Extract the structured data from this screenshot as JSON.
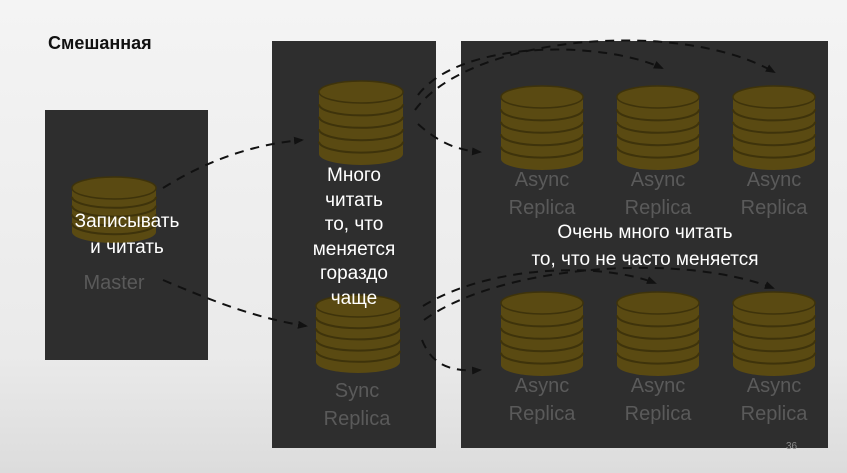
{
  "slide": {
    "title": "Смешанная",
    "page_number": "36"
  },
  "nodes": {
    "master": {
      "label": "Master"
    },
    "sync": {
      "label": "Sync Replica"
    },
    "async_replicas": [
      {
        "label": "Async Replica"
      },
      {
        "label": "Async Replica"
      },
      {
        "label": "Async Replica"
      },
      {
        "label": "Async Replica"
      },
      {
        "label": "Async Replica"
      },
      {
        "label": "Async Replica"
      }
    ]
  },
  "overlays": {
    "master": {
      "lines": [
        "Записывать",
        "и читать"
      ]
    },
    "sync": {
      "lines": [
        "Много",
        "читать",
        "то, что",
        "меняется",
        "гораздо",
        "чаще"
      ]
    },
    "async": {
      "lines": [
        "Очень много читать",
        "то, что не часто меняется"
      ]
    }
  },
  "colors": {
    "panel": "#2e2e2e",
    "database": "#5a4a12",
    "database_dark": "#3e330b",
    "arrow": "#111111",
    "overlay_text": "#ffffff",
    "node_label": "#5a5a5a"
  }
}
